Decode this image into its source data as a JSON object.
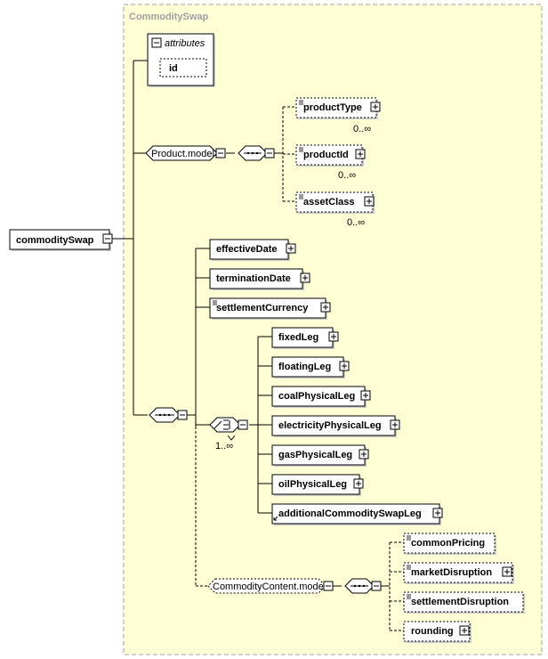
{
  "container": {
    "title": "CommoditySwap",
    "attributes_label": "attributes",
    "attribute_id": "id"
  },
  "root_element": "commoditySwap",
  "product_model": {
    "label": "Product.model",
    "items": [
      {
        "name": "productType",
        "occurrence": "0..∞"
      },
      {
        "name": "productId",
        "occurrence": "0..∞"
      },
      {
        "name": "assetClass",
        "occurrence": "0..∞"
      }
    ]
  },
  "main_sequence": {
    "elements": [
      "effectiveDate",
      "terminationDate",
      "settlementCurrency"
    ]
  },
  "legs_choice": {
    "occurrence": "1..∞",
    "legs": [
      "fixedLeg",
      "floatingLeg",
      "coalPhysicalLeg",
      "electricityPhysicalLeg",
      "gasPhysicalLeg",
      "oilPhysicalLeg",
      "additionalCommoditySwapLeg"
    ]
  },
  "commodity_content": {
    "label": "CommodityContent.model",
    "items": [
      "commonPricing",
      "marketDisruption",
      "settlementDisruption",
      "rounding"
    ]
  },
  "colors": {
    "container_fill": "#ffffd6",
    "container_border": "#a0a0a0",
    "box_fill": "#ffffff",
    "line": "#000000"
  }
}
